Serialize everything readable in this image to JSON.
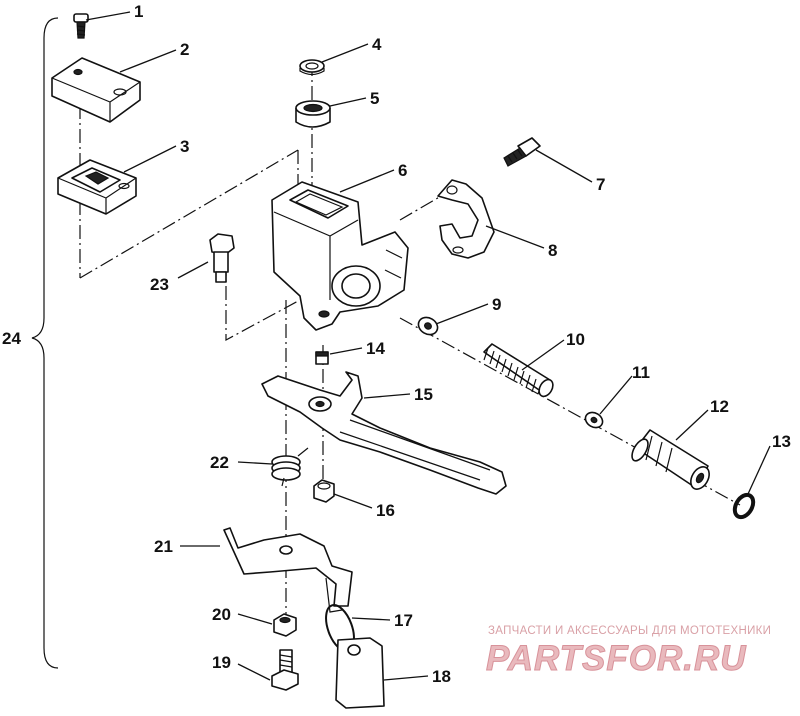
{
  "callouts": {
    "c1": "1",
    "c2": "2",
    "c3": "3",
    "c4": "4",
    "c5": "5",
    "c6": "6",
    "c7": "7",
    "c8": "8",
    "c9": "9",
    "c10": "10",
    "c11": "11",
    "c12": "12",
    "c13": "13",
    "c14": "14",
    "c15": "15",
    "c16": "16",
    "c17": "17",
    "c18": "18",
    "c19": "19",
    "c20": "20",
    "c21": "21",
    "c22": "22",
    "c23": "23",
    "c24": "24"
  },
  "watermark": {
    "tagline": "ЗАПЧАСТИ И АКСЕССУАРЫ ДЛЯ МОТОТЕХНИКИ",
    "logo": "PARTSFOR.RU"
  },
  "colors": {
    "line": "#111111",
    "watermark": "#e9b9bd",
    "background": "#ffffff"
  }
}
